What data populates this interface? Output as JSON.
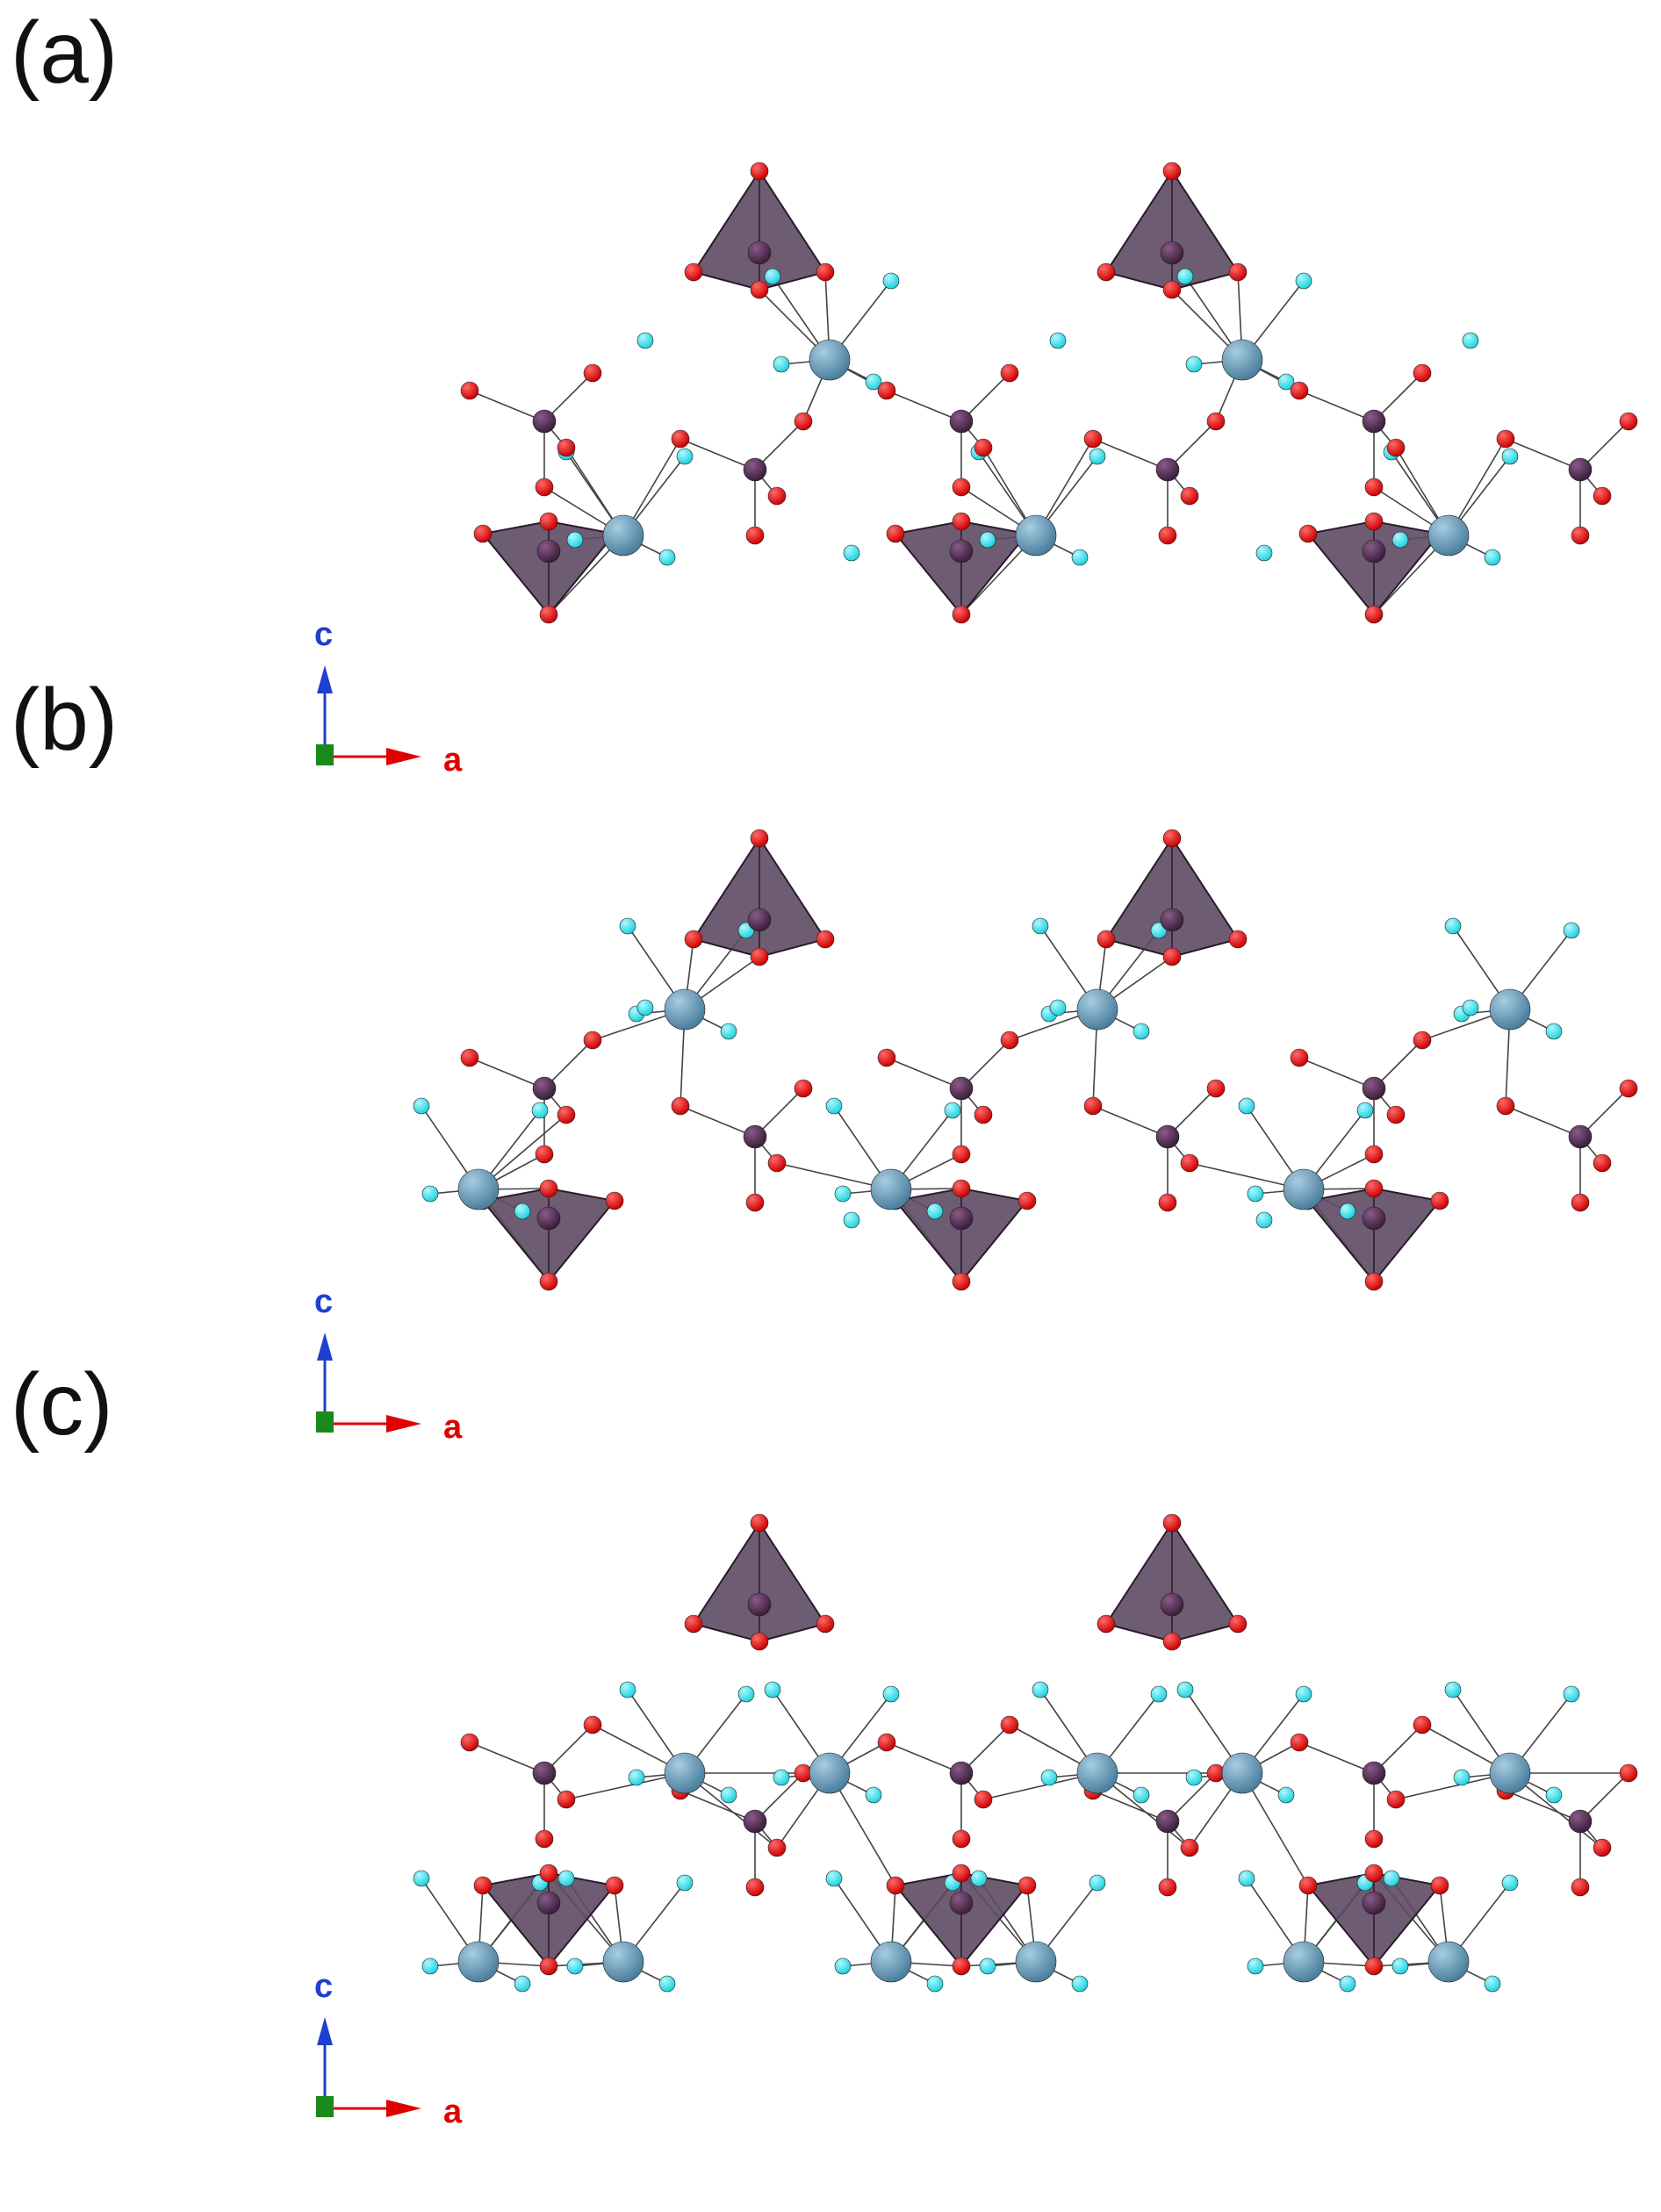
{
  "panels": [
    {
      "id": "a",
      "label": "(a)"
    },
    {
      "id": "b",
      "label": "(b)"
    },
    {
      "id": "c",
      "label": "(c)"
    }
  ],
  "axes": {
    "vertical": "c",
    "horizontal": "a"
  },
  "colors": {
    "oxygen": "#cc0000",
    "hydrogen": "#1fd2dc",
    "metal": "#4b7f9e",
    "central_atom": "#3a1f3a",
    "polyhedron_fill": "#5e4a64",
    "bond": "#444444",
    "axis_c": "#1f3fd0",
    "axis_a": "#e00000",
    "axis_b": "#1a8a1a"
  }
}
